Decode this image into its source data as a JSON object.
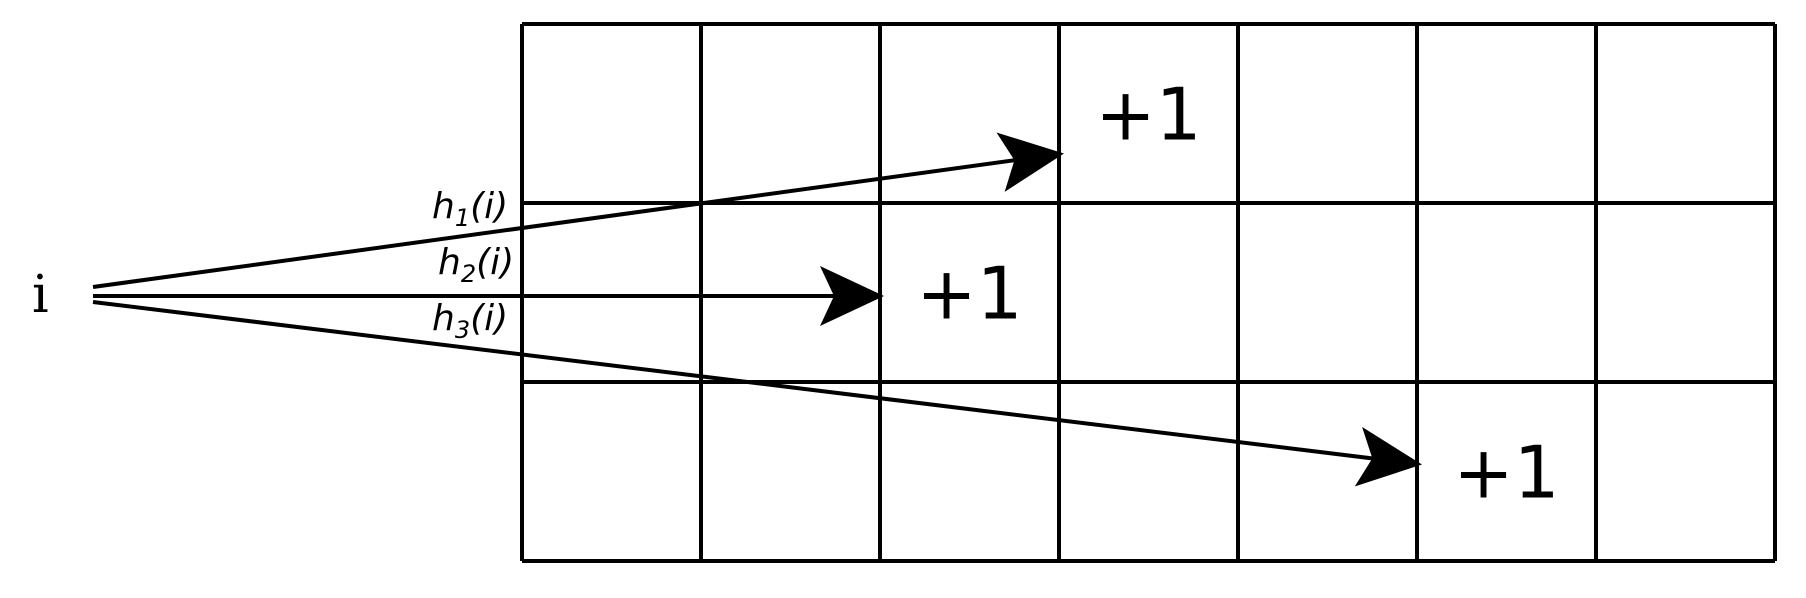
{
  "item_label": "i",
  "grid": {
    "rows": 3,
    "cols": 7,
    "line_color": "#000000"
  },
  "hash_functions": [
    {
      "name": "h",
      "subscript": "1",
      "arg": "(i)",
      "target_row": 0,
      "target_col": 3,
      "increment": "+1"
    },
    {
      "name": "h",
      "subscript": "2",
      "arg": "(i)",
      "target_row": 1,
      "target_col": 2,
      "increment": "+1"
    },
    {
      "name": "h",
      "subscript": "3",
      "arg": "(i)",
      "target_row": 2,
      "target_col": 5,
      "increment": "+1"
    }
  ]
}
